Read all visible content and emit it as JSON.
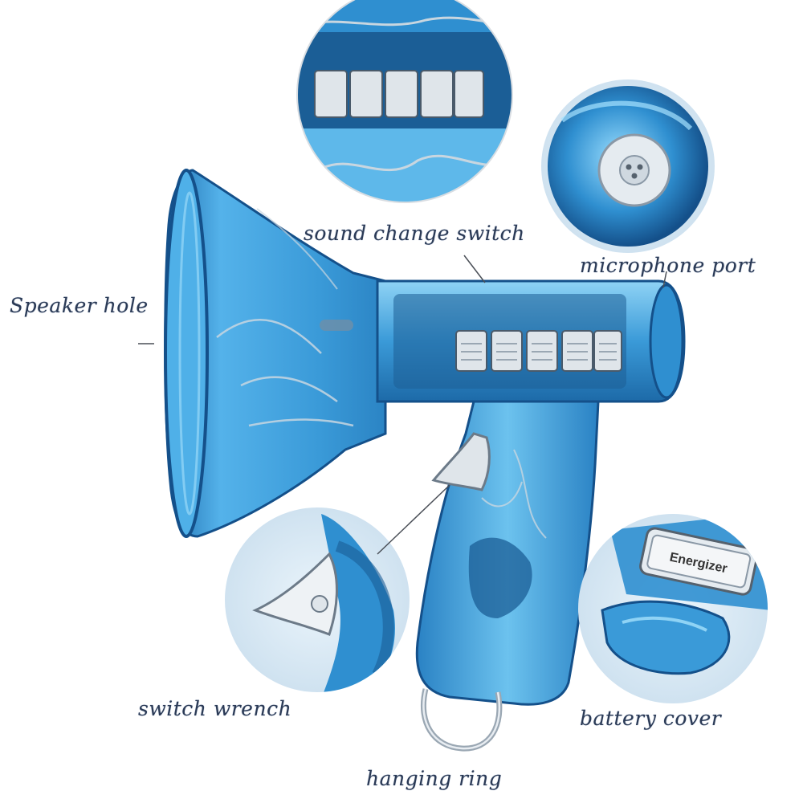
{
  "labels": {
    "sound_change_switch": "sound change switch",
    "microphone_port": "microphone port",
    "speaker_hole": "Speaker hole",
    "switch_wrench": "switch wrench",
    "battery_cover": "battery cover",
    "hanging_ring": "hanging ring"
  },
  "battery_brand": "Energizer",
  "colors": {
    "body_blue": "#2f8fd0",
    "light_blue": "#7cc8f0",
    "dark_blue": "#1b5e96",
    "label_text": "#2b3a55"
  }
}
